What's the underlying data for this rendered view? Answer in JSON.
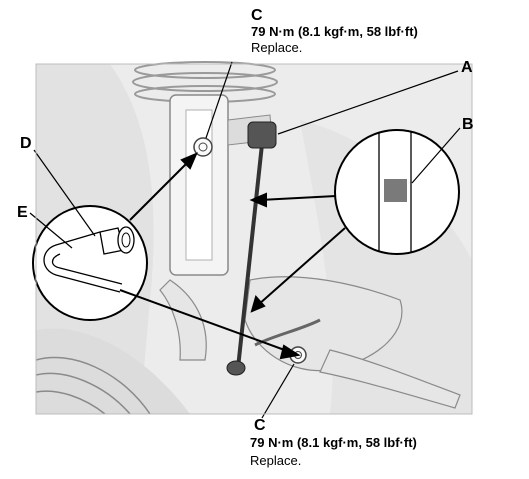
{
  "callouts": {
    "a": "A",
    "b": "B",
    "d": "D",
    "e": "E"
  },
  "top_spec": {
    "letter": "C",
    "torque": "79 N·m (8.1 kgf·m, 58 lbf·ft)",
    "note": "Replace."
  },
  "bottom_spec": {
    "letter": "C",
    "torque": "79 N·m (8.1 kgf·m, 58 lbf·ft)",
    "note": "Replace."
  },
  "colors": {
    "outline": "#000000",
    "photo_background": "#ececec",
    "marker_fill": "#7a7a7a"
  }
}
